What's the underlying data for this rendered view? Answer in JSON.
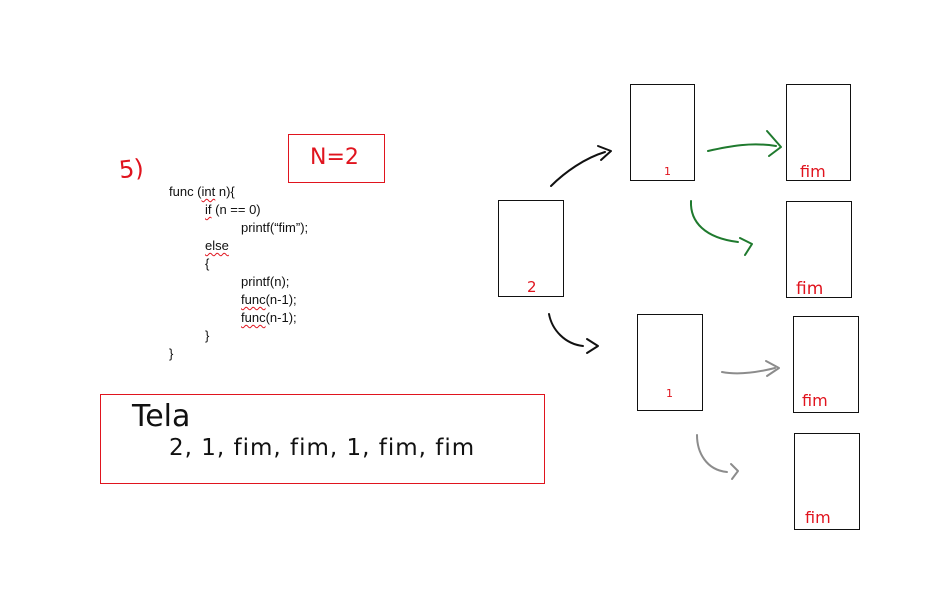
{
  "question_number": "5)",
  "n_label": "N=2",
  "code": {
    "l1_a": "func (",
    "l1_int": "int",
    "l1_b": " n){",
    "l2_if": "if",
    "l2_b": " (n == 0)",
    "l3": "printf(“fim”);",
    "l4_else": "else",
    "l5": "{",
    "l6": "printf(n);",
    "l7_func": "func",
    "l7_b": "(n-1);",
    "l8_func": "func",
    "l8_b": "(n-1);",
    "l9": "}",
    "l10": "}"
  },
  "screen": {
    "label": "Tela",
    "output": "2, 1, fim, fim, 1, fim, fim"
  },
  "frames": {
    "root": "2",
    "a": "1",
    "b": "1",
    "a1": "fim",
    "a2": "fim",
    "b1": "fim",
    "b2": "fim"
  },
  "colors": {
    "ink_red": "#e0141e",
    "ink_black": "#111111",
    "arrow_green": "#1f7a2e",
    "arrow_gray": "#8c8c8c"
  }
}
